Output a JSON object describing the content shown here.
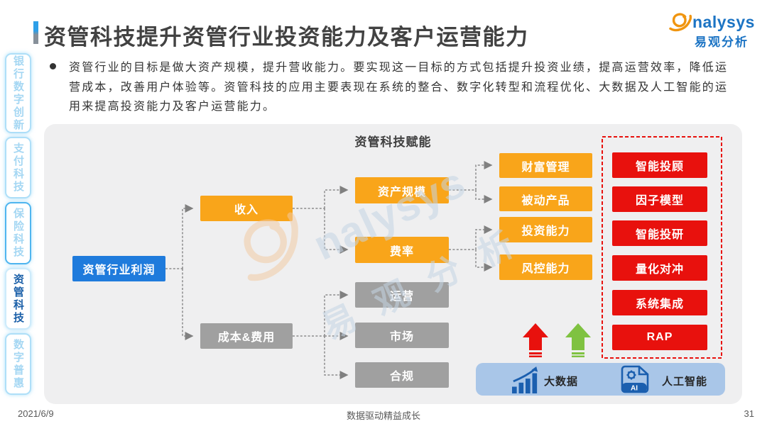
{
  "colors": {
    "accent": "#2D9FE8",
    "orange": "#F9A51A",
    "gray": "#A0A0A0",
    "blue": "#1F7BDC",
    "red": "#E8110D",
    "green": "#7FC241",
    "barblue": "#A9C6E8",
    "iconblue": "#1B5FAF",
    "logoblue": "#1C74C4",
    "tabborder": "#AEDFF8",
    "tabtext": "#A5D7F3"
  },
  "header": {
    "title": "资管科技提升资管行业投资能力及客户运营能力",
    "logo_latin": "nalysys",
    "logo_cn": "易观分析"
  },
  "intro": {
    "text": "资管行业的目标是做大资产规模，提升营收能力。要实现这一目标的方式包括提升投资业绩，提高运营效率，降低运\n营成本，改善用户体验等。资管科技的应用主要表现在系统的整合、数字化转型和流程优化、大数据及人工智能的运\n用来提高投资能力及客户运营能力。"
  },
  "sidebar": {
    "tabs": [
      {
        "label": "银行数字创新"
      },
      {
        "label": "支付科技"
      },
      {
        "label": "保险科技"
      },
      {
        "label": "资管科技"
      },
      {
        "label": "数字普惠"
      }
    ]
  },
  "diagram": {
    "title": "资管科技赋能",
    "profit": "资管行业利润",
    "revenue": "收入",
    "cost": "成本&费用",
    "mid": [
      "资产规模",
      "费率",
      "运营",
      "市场",
      "合规"
    ],
    "right": [
      "财富管理",
      "被动产品",
      "投资能力",
      "风控能力"
    ],
    "tech": [
      "智能投顾",
      "因子模型",
      "智能投研",
      "量化对冲",
      "系统集成",
      "RAP"
    ],
    "bottom": {
      "bigdata": "大数据",
      "ai": "人工智能",
      "ai_badge": "AI"
    }
  },
  "watermark": {
    "latin": "nalysys",
    "cn": "易观分析"
  },
  "footer": {
    "date": "2021/6/9",
    "slogan": "数据驱动精益成长",
    "page": "31"
  }
}
